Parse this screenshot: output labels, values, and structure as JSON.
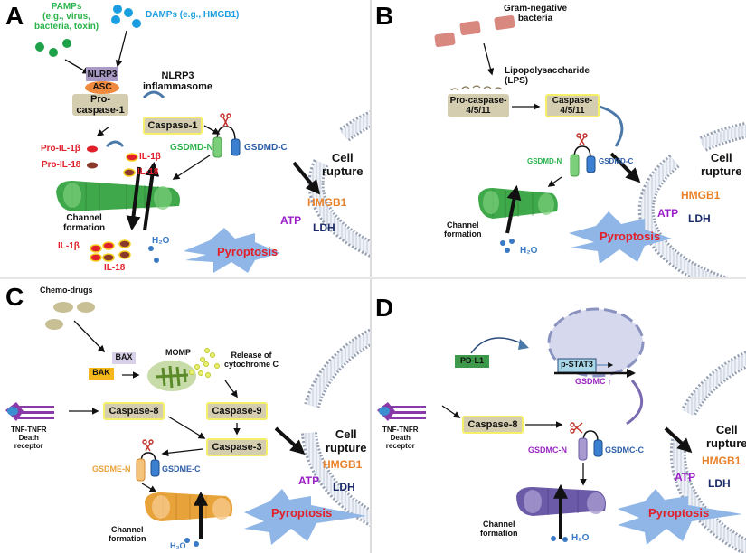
{
  "panels": {
    "A": {
      "label": "A",
      "pamps": "PAMPs\n(e.g., virus,\nbacteria, toxin)",
      "pamps_l1": "PAMPs",
      "pamps_l2": "(e.g., virus,",
      "pamps_l3": "bacteria, toxin)",
      "damps": "DAMPs (e.g., HMGB1)",
      "nlrp3": "NLRP3",
      "asc": "ASC",
      "procasp_l1": "Pro-",
      "procasp_l2": "caspase-1",
      "inflammasome_l1": "NLRP3",
      "inflammasome_l2": "inflammasome",
      "caspase": "Caspase-1",
      "pro_il1b": "Pro-IL-1β",
      "pro_il18": "Pro-IL-18",
      "il1b": "IL-1β",
      "il18": "IL-18",
      "gsdm_n": "GSDMD-N",
      "gsdm_c": "GSDMD-C",
      "channel_l1": "Channel",
      "channel_l2": "formation",
      "out_il1b": "IL-1β",
      "out_il18": "IL-18",
      "h2o": "H₂O",
      "rupture_l1": "Cell",
      "rupture_l2": "rupture",
      "hmgb1": "HMGB1",
      "atp": "ATP",
      "ldh": "LDH",
      "pyroptosis": "Pyroptosis"
    },
    "B": {
      "label": "B",
      "bacteria_l1": "Gram-negative",
      "bacteria_l2": "bacteria",
      "lps_l1": "Lipopolysaccharide",
      "lps_l2": "(LPS)",
      "procasp_l1": "Pro-caspase-",
      "procasp_l2": "4/5/11",
      "casp_l1": "Caspase-",
      "casp_l2": "4/5/11",
      "gsdm_n": "GSDMD-N",
      "gsdm_c": "GSDMD-C",
      "channel_l1": "Channel",
      "channel_l2": "formation",
      "h2o": "H₂O",
      "rupture_l1": "Cell",
      "rupture_l2": "rupture",
      "hmgb1": "HMGB1",
      "atp": "ATP",
      "ldh": "LDH",
      "pyroptosis": "Pyroptosis"
    },
    "C": {
      "label": "C",
      "chemo": "Chemo-drugs",
      "bax": "BAX",
      "bak": "BAK",
      "momp": "MOMP",
      "release_l1": "Release of",
      "release_l2": "cytochrome C",
      "receptor_l1": "TNF-TNFR",
      "receptor_l2": "Death",
      "receptor_l3": "receptor",
      "casp8": "Caspase-8",
      "casp9": "Caspase-9",
      "casp3": "Caspase-3",
      "gsdm_n": "GSDME-N",
      "gsdm_c": "GSDME-C",
      "channel_l1": "Channel",
      "channel_l2": "formation",
      "h2o": "H₂O",
      "rupture_l1": "Cell",
      "rupture_l2": "rupture",
      "hmgb1": "HMGB1",
      "atp": "ATP",
      "ldh": "LDH",
      "pyroptosis": "Pyroptosis"
    },
    "D": {
      "label": "D",
      "pdl1": "PD-L1",
      "pstat3": "p-STAT3",
      "gsdmc_up": "GSDMC ↑",
      "receptor_l1": "TNF-TNFR",
      "receptor_l2": "Death",
      "receptor_l3": "receptor",
      "casp8": "Caspase-8",
      "gsdm_n": "GSDMC-N",
      "gsdm_c": "GSDMC-C",
      "channel_l1": "Channel",
      "channel_l2": "formation",
      "h2o": "H₂O",
      "rupture_l1": "Cell",
      "rupture_l2": "rupture",
      "hmgb1": "HMGB1",
      "atp": "ATP",
      "ldh": "LDH",
      "pyroptosis": "Pyroptosis"
    }
  },
  "colors": {
    "membrane": "#8a96ab",
    "membrane_fill": "#e8edf5",
    "pamps": "#2bb34a",
    "damps": "#1a9ee0",
    "cytokine_red": "#e0202a",
    "gsdmd_n": "#2bb34a",
    "gsdm_c": "#2d5ea8",
    "gsdme_n": "#f0a020",
    "gsdmc_n": "#9b27c2",
    "hmgb1": "#e8822a",
    "atp": "#9b1fc9",
    "ldh": "#1a2a6a",
    "pyroptosis_text": "#e0202a",
    "starburst": "#8fb6e6",
    "h2o": "#3a7ac4",
    "channel_green": "#3ea84a",
    "channel_orange": "#e8a23a",
    "channel_purple": "#6a5aa8",
    "caspase_box": "#d4cdb0",
    "caspase_border": "#f5ef6a"
  }
}
